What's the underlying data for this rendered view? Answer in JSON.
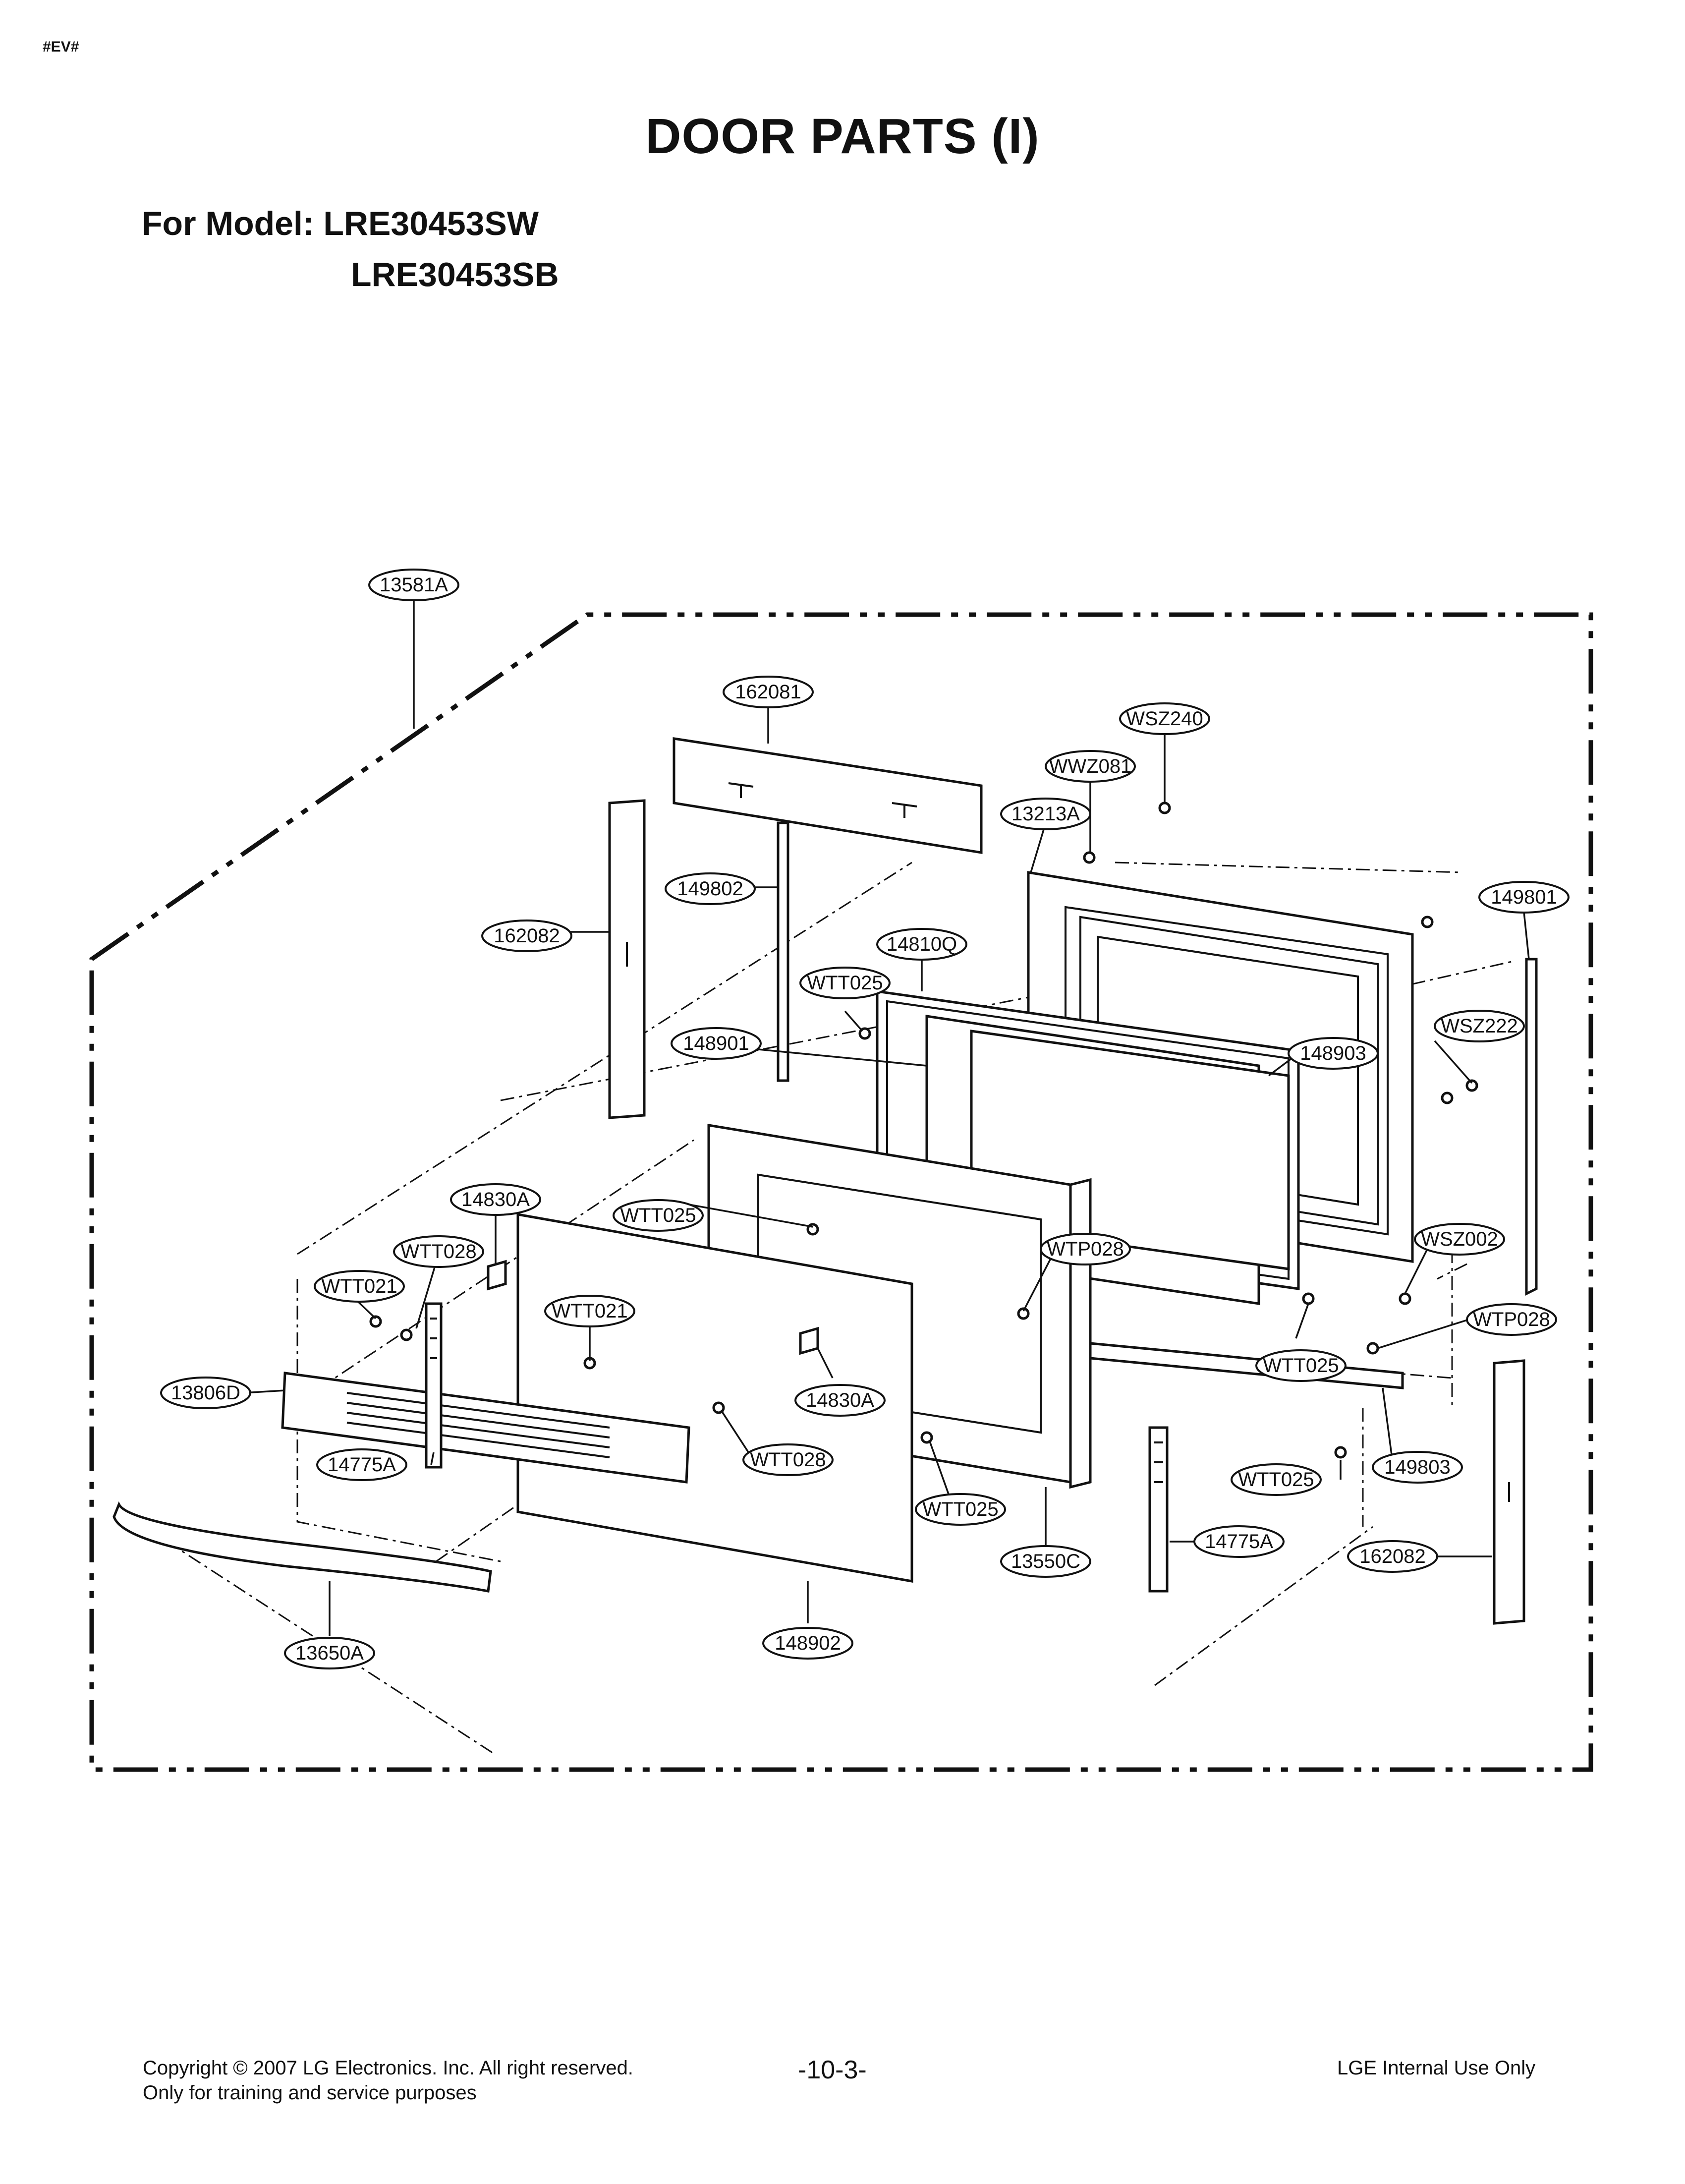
{
  "header": {
    "tag": "#EV#",
    "title": "DOOR PARTS (I)",
    "model_label": "For Model: LRE30453SW",
    "model_alt": "LRE30453SB"
  },
  "footer": {
    "copyright": "Copyright © 2007 LG Electronics. Inc. All right reserved.",
    "training": "Only for training and service purposes",
    "page_number": "-10-3-",
    "internal": "LGE Internal Use Only"
  },
  "part_labels": {
    "p13581A": "13581A",
    "p162081": "162081",
    "pWSZ240": "WSZ240",
    "pWWZ081": "WWZ081",
    "p13213A": "13213A",
    "p149802": "149802",
    "p149801": "149801",
    "p162082a": "162082",
    "p14810Q": "14810Q",
    "pWTT025a": "WTT025",
    "pWSZ222": "WSZ222",
    "p148901": "148901",
    "p148903": "148903",
    "p14830Aa": "14830A",
    "pWTT025b": "WTT025",
    "pWTT028a": "WTT028",
    "pWTP028a": "WTP028",
    "pWSZ002": "WSZ002",
    "pWTT021a": "WTT021",
    "pWTT021b": "WTT021",
    "pWTP028b": "WTP028",
    "pWTT025c": "WTT025",
    "p13806D": "13806D",
    "p14830Ab": "14830A",
    "p14775Aa": "14775A",
    "pWTT028b": "WTT028",
    "pWTT025d": "WTT025",
    "p149803": "149803",
    "pWTT025e": "WTT025",
    "p14775Ab": "14775A",
    "p13550C": "13550C",
    "p162082b": "162082",
    "p13650A": "13650A",
    "p148902": "148902"
  }
}
